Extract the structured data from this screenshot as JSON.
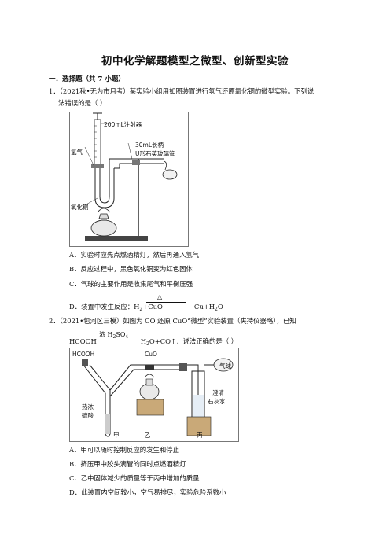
{
  "doc": {
    "title": "初中化学解题模型之微型、创新型实验",
    "section": "一．选择题（共 7 小题）"
  },
  "q1": {
    "stem_line1": "1．（2021秋•无为市月考）某实验小组用如图装置进行氢气还原氧化铜的微型实验。下列说",
    "stem_line2": "法错误的是（    ）",
    "fig_labels": {
      "syringe": "200mL注射器",
      "tube": "30mL长柄",
      "tube2": "U形石英玻璃管",
      "h2": "氢气",
      "cuo": "氧化铜"
    },
    "options": [
      "A．实验时应先点燃酒精灯，然后再通入氢气",
      "B．反应过程中，黑色氧化铜变为红色固体",
      "C．气球的主要作用是收集尾气和平衡压强"
    ],
    "optD_prefix": "D．装置中发生反应：H",
    "optD_sub1": "2",
    "optD_mid": "+CuO",
    "optD_cond": "△",
    "optD_prod": "Cu+H",
    "optD_sub2": "2",
    "optD_end": "O"
  },
  "q2": {
    "stem_line1": "2．（2021•包河区三模）如图为 CO 还原 CuO“微型”实验装置（夹持仪器略），已知",
    "eq_left": "HCOOH",
    "eq_cond": "浓 H",
    "eq_cond_sub": "2",
    "eq_cond2": "SO",
    "eq_cond_sub2": "4",
    "eq_right_a": "H",
    "eq_right_sub": "2",
    "eq_right_b": "O+CO↑．说法正确的是（    ）",
    "fig_labels": {
      "hcooh": "HCOOH",
      "cuo": "CuO",
      "balloon": "气球",
      "acid": "热浓",
      "acid2": "硫酸",
      "lime": "澄清",
      "lime2": "石灰水",
      "jia": "甲",
      "yi": "乙",
      "bing": "丙"
    },
    "options": [
      "A．甲可以随时控制反应的发生和停止",
      "B．挤压甲中胶头滴管的同时点燃酒精灯",
      "C．乙中固体减少的质量等于丙中增加的质量",
      "D．此装置内空间较小，空气易排尽，实验危险系数小"
    ]
  }
}
